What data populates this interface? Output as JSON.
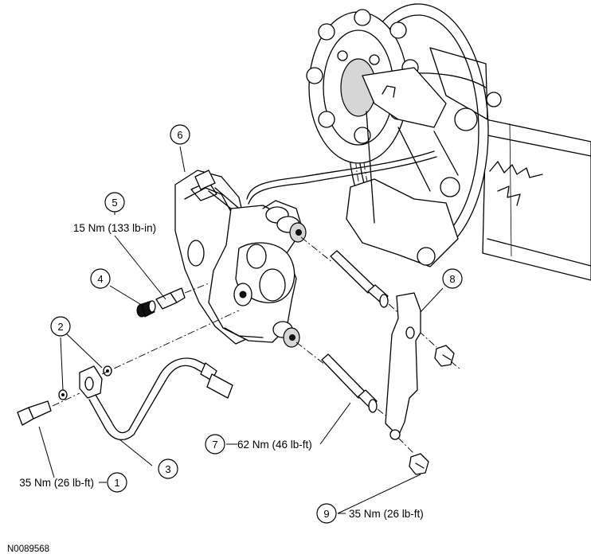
{
  "figure_id": "N0089568",
  "callouts": [
    {
      "number": "1",
      "spec": "35 Nm (26 lb-ft)"
    },
    {
      "number": "2",
      "spec": ""
    },
    {
      "number": "3",
      "spec": ""
    },
    {
      "number": "4",
      "spec": ""
    },
    {
      "number": "5",
      "spec": "15 Nm (133 lb-in)"
    },
    {
      "number": "6",
      "spec": ""
    },
    {
      "number": "7",
      "spec": "62 Nm (46 lb-ft)"
    },
    {
      "number": "8",
      "spec": ""
    },
    {
      "number": "9",
      "spec": "35 Nm (26 lb-ft)"
    }
  ]
}
